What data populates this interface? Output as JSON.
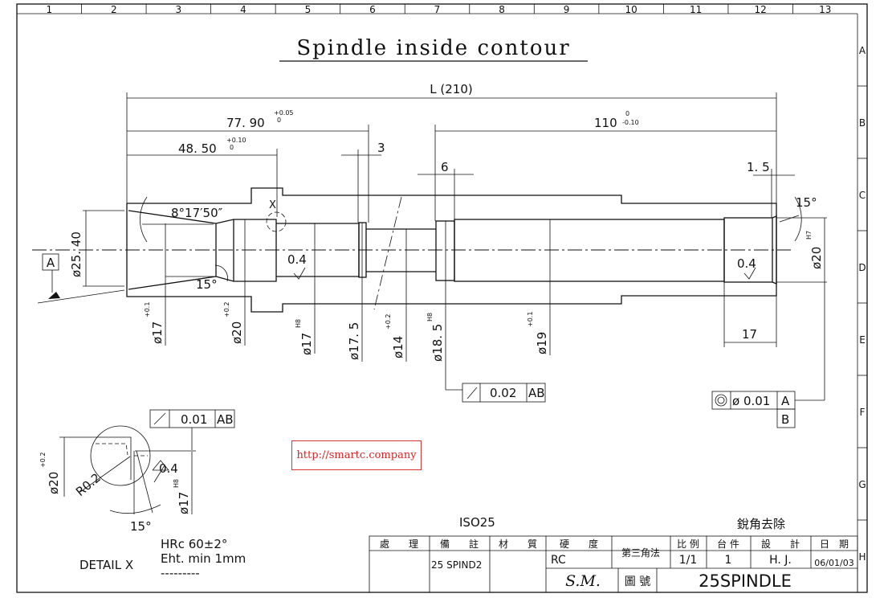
{
  "title": "Spindle inside contour",
  "ruler_numbers": [
    "1",
    "2",
    "3",
    "4",
    "5",
    "6",
    "7",
    "8",
    "9",
    "10",
    "11",
    "12",
    "13"
  ],
  "ruler_letters": [
    "A",
    "B",
    "C",
    "D",
    "E",
    "F",
    "G",
    "H"
  ],
  "dims": {
    "overall": "L (210)",
    "d77": "77. 90",
    "d77_tol_up": "+0.05",
    "d77_tol_lo": "0",
    "d48": "48. 50",
    "d48_tol_up": "+0.10",
    "d48_tol_lo": "0",
    "d3": "3",
    "d110": "110",
    "d110_tol_up": "0",
    "d110_tol_lo": "-0.10",
    "d6": "6",
    "d15": "1. 5",
    "d17": "17",
    "angle_taper": "8°17′50″",
    "angle15a": "15°",
    "angle15b": "15°",
    "dia254": "ø25. 40",
    "dia17a": "ø17",
    "dia17a_tol": "+0.1",
    "dia20a": "ø20",
    "dia20a_tol": "+0.2",
    "dia17b": "ø17",
    "dia17b_tol": "H8",
    "dia175": "ø17. 5",
    "dia14": "ø14",
    "dia14_tol": "+0.2",
    "dia185": "ø18. 5",
    "dia185_tol": "H8",
    "dia19": "ø19",
    "dia19_tol": "+0.1",
    "dia20b": "ø20",
    "dia20b_tol": "H7",
    "rough1": "0.4",
    "rough2": "0.4",
    "detail_mark": "X",
    "datum_a": "A"
  },
  "fcf": {
    "runout1": {
      "value": "0.02",
      "datum": "AB"
    },
    "concentric": {
      "value": "ø 0.01",
      "datum1": "A",
      "datum2": "B"
    },
    "runout2": {
      "value": "0.01",
      "datum": "AB"
    }
  },
  "detail": {
    "label": "DETAIL  X",
    "dia20": "ø20",
    "dia20_tol": "+0.2",
    "radius": "R0.2",
    "rough": "0.4",
    "dia17": "ø17",
    "dia17_tol": "H8",
    "angle": "15°"
  },
  "notes": {
    "hardness": "HRc  60±2°",
    "eht": "Eht.  min  1mm",
    "dashes": "---------",
    "iso": "ISO25",
    "deburr": "銳角去除"
  },
  "title_block": {
    "headers": [
      "處　　理",
      "備　　註",
      "材　　質",
      "硬　　度",
      "第三角法",
      "比 例",
      "台 件",
      "設　　計",
      "日　期"
    ],
    "remark": "25 SPIND2",
    "hardness": "RC",
    "scale": "1/1",
    "qty": "1",
    "designer": "H. J.",
    "date": "06/01/03",
    "company": "S.M.",
    "drawing_no_label": "圖 號",
    "drawing_no": "25SPINDLE"
  },
  "watermark": "http://smartc.company"
}
